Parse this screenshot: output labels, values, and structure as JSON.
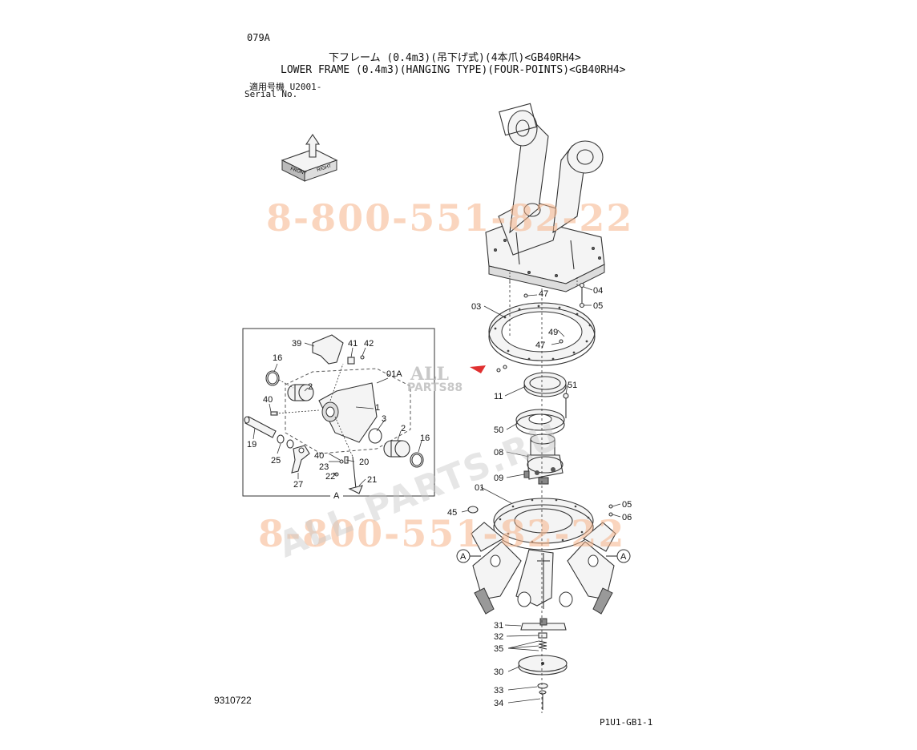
{
  "header": {
    "code": "079A",
    "title_jp": "下フレーム (0.4m3)(吊下げ式)(4本爪)<GB40RH4>",
    "title_en": "LOWER FRAME (0.4m3)(HANGING TYPE)(FOUR-POINTS)<GB40RH4>",
    "serial_jp": "適用号機 U2001-",
    "serial_en": "Serial No."
  },
  "footer": {
    "doc_number": "9310722",
    "page_ref": "P1U1-GB1-1"
  },
  "compass": {
    "front": "FRONT",
    "right": "RIGHT"
  },
  "watermarks": {
    "phone_top": "8-800-551-82-22",
    "phone_bottom": "8-800-551-82-22",
    "site": "ALL-PARTS.RU",
    "logo_top": "ALL",
    "logo_bottom": "PARTS88"
  },
  "inset": {
    "view_label": "A",
    "labels": {
      "p39": "39",
      "p41": "41",
      "p42": "42",
      "p16a": "16",
      "p01A": "01A",
      "p2a": "2",
      "p1": "1",
      "p40a": "40",
      "p3": "3",
      "p2b": "2",
      "p16b": "16",
      "p19": "19",
      "p25": "25",
      "p40b": "40",
      "p23": "23",
      "p20": "20",
      "p22": "22",
      "p27": "27",
      "p21": "21"
    }
  },
  "main_labels": {
    "p47a": "47",
    "p04": "04",
    "p05a": "05",
    "p03": "03",
    "p49": "49",
    "p47b": "47",
    "p11": "11",
    "p51": "51",
    "p50": "50",
    "p08": "08",
    "p09": "09",
    "p01": "01",
    "p45": "45",
    "p05b": "05",
    "p06": "06",
    "p31": "31",
    "p32": "32",
    "p35": "35",
    "p30": "30",
    "p33": "33",
    "p34": "34",
    "viewA_left": "A",
    "viewA_right": "A"
  }
}
